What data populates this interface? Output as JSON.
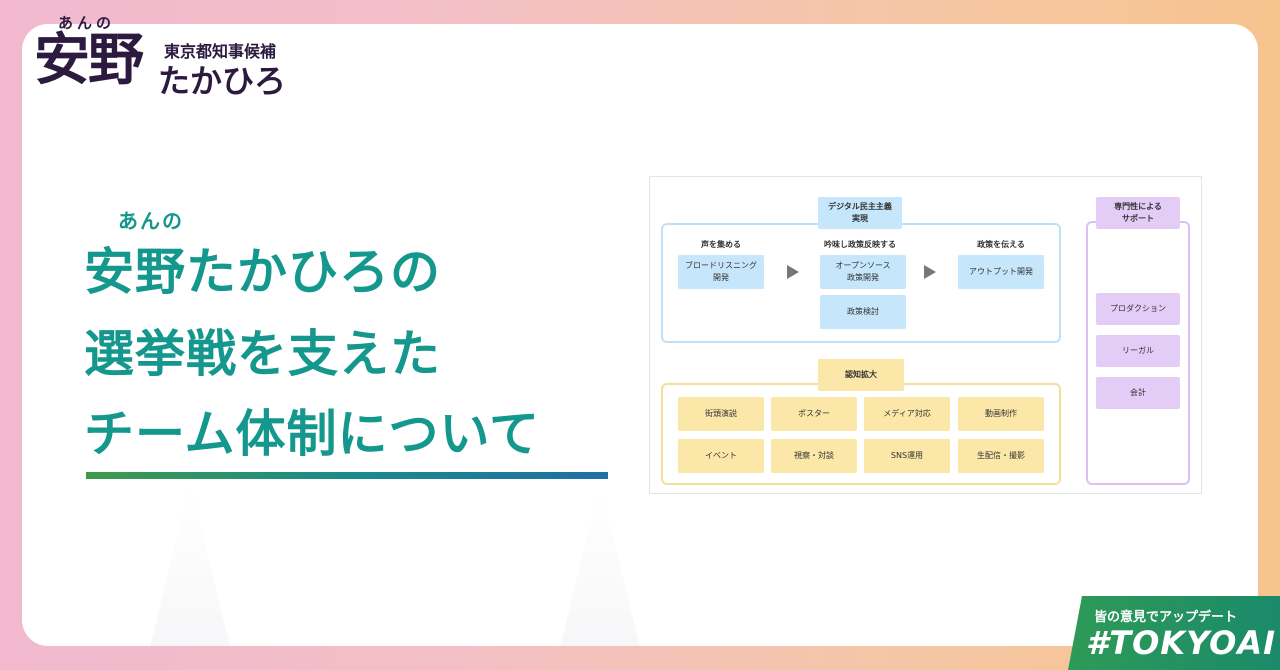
{
  "logo": {
    "ruby": "あんの",
    "main": "安野",
    "subtitle": "東京都知事候補",
    "name": "たかひろ"
  },
  "title": {
    "ruby": "あんの",
    "lines": [
      "安野たかひろの",
      "選挙戦を支えた",
      "チーム体制について"
    ]
  },
  "diagram": {
    "header_policy": "デジタル民主主義\n実現",
    "col1_label": "声を集める",
    "col2_label": "吟味し政策反映する",
    "col3_label": "政策を伝える",
    "col1_box": "ブロードリスニング\n開発",
    "col2_box1": "オープンソース\n政策開発",
    "col2_box2": "政策検討",
    "col3_box": "アウトプット開発",
    "header_awareness": "認知拡大",
    "awareness_items": [
      "街頭演説",
      "ポスター",
      "メディア対応",
      "動画制作",
      "イベント",
      "視察・対談",
      "SNS運用",
      "生配信・撮影"
    ],
    "header_support": "専門性による\nサポート",
    "support_items": [
      "プロダクション",
      "リーガル",
      "会計"
    ]
  },
  "badge": {
    "top": "皆の意見でアップデート",
    "tag": "#TOKYOAI"
  },
  "colors": {
    "accent": "#14978c",
    "logo": "#2c1a3f",
    "blue_box": "#c6e7fb",
    "yellow_box": "#fbe7a7",
    "purple_box": "#e3cdf6"
  }
}
